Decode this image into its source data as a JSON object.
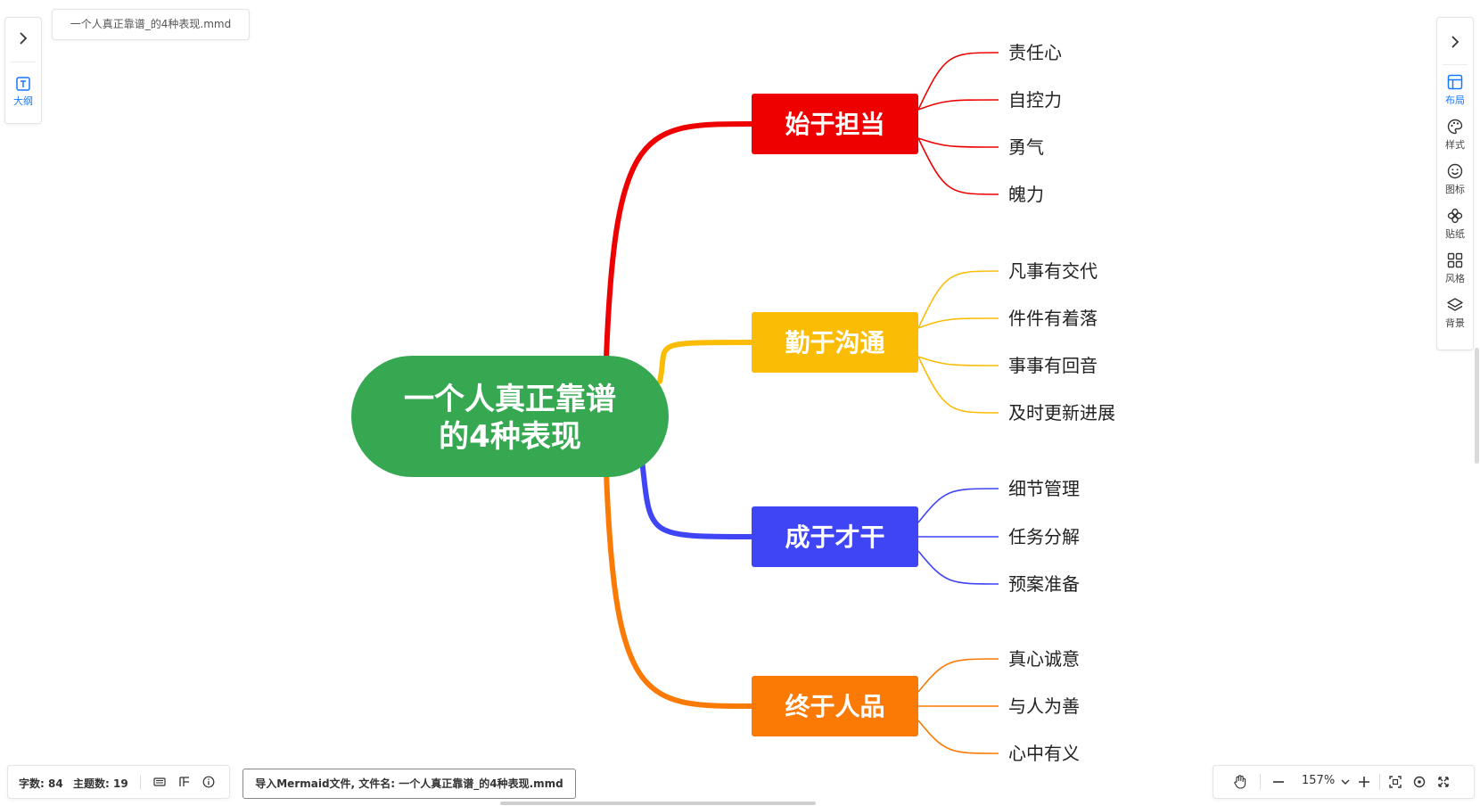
{
  "file_tab": {
    "title": "一个人真正靠谱_的4种表现.mmd"
  },
  "left_panel": {
    "outline_label": "大纲"
  },
  "right_toolbar": {
    "items": [
      {
        "label": "布局",
        "icon": "layout-icon",
        "active": true
      },
      {
        "label": "样式",
        "icon": "palette-icon",
        "active": false
      },
      {
        "label": "图标",
        "icon": "smiley-icon",
        "active": false
      },
      {
        "label": "贴纸",
        "icon": "sticker-icon",
        "active": false
      },
      {
        "label": "风格",
        "icon": "grid-icon",
        "active": false
      },
      {
        "label": "背景",
        "icon": "layers-icon",
        "active": false
      }
    ]
  },
  "mindmap": {
    "root": {
      "line1": "一个人真正靠谱",
      "line2": "的4种表现",
      "color": "#36a852"
    },
    "branches": [
      {
        "title": "始于担当",
        "color": "#ee0000",
        "children": [
          "责任心",
          "自控力",
          "勇气",
          "魄力"
        ]
      },
      {
        "title": "勤于沟通",
        "color": "#fbbc05",
        "children": [
          "凡事有交代",
          "件件有着落",
          "事事有回音",
          "及时更新进展"
        ]
      },
      {
        "title": "成于才干",
        "color": "#3f44f5",
        "children": [
          "细节管理",
          "任务分解",
          "预案准备"
        ]
      },
      {
        "title": "终于人品",
        "color": "#fb7a05",
        "children": [
          "真心诚意",
          "与人为善",
          "心中有义"
        ]
      }
    ]
  },
  "stats": {
    "word_count": "字数: 84",
    "topic_count": "主题数: 19"
  },
  "status": {
    "message": "导入Mermaid文件, 文件名: 一个人真正靠谱_的4种表现.mmd"
  },
  "zoom": {
    "level": "157%"
  }
}
